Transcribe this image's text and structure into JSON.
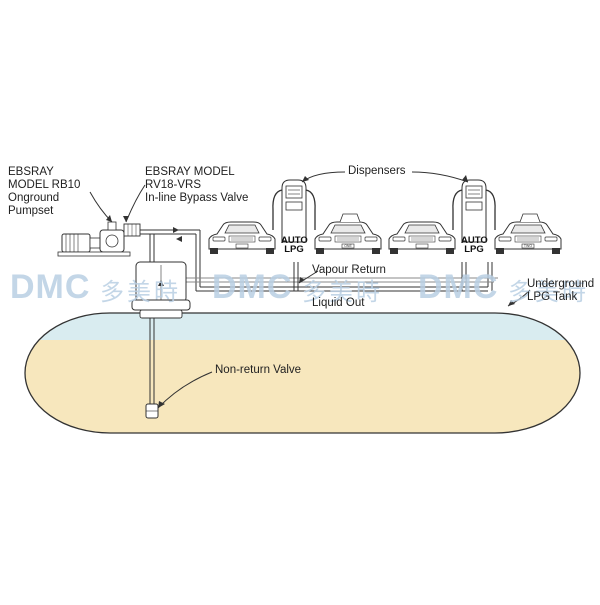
{
  "labels": {
    "pumpset": "EBSRAY\nMODEL RB10\nOnground\nPumpset",
    "bypass_valve": "EBSRAY MODEL\nRV18-VRS\nIn-line Bypass Valve",
    "dispensers": "Dispensers",
    "vapour_return": "Vapour Return",
    "liquid_out": "Liquid Out",
    "underground_tank": "Underground\nLPG Tank",
    "non_return_valve": "Non-return Valve"
  },
  "dispenser_text": "AUTO\nLPG",
  "car_plates": [
    "",
    "ONE",
    "",
    "TWO"
  ],
  "watermark": {
    "text": "DMC",
    "text_cn": "多美時",
    "color": "#b9cfe3"
  },
  "colors": {
    "liquid": "#f7e7bd",
    "vapour": "#d9ecf0",
    "outline": "#333333"
  }
}
